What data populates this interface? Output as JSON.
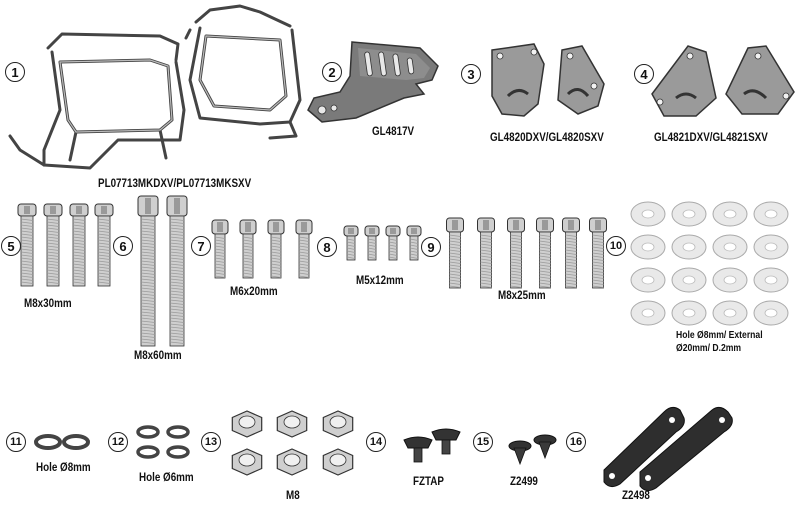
{
  "items": [
    {
      "number": "1",
      "code": "PL07713MKDXV/PL07713MKSXV",
      "part": "pannier-frame"
    },
    {
      "number": "2",
      "code": "GL4817V",
      "part": "plate"
    },
    {
      "number": "3",
      "code": "GL4820DXV/GL4820SXV",
      "part": "bracket-pair"
    },
    {
      "number": "4",
      "code": "GL4821DXV/GL4821SXV",
      "part": "bracket-pair"
    },
    {
      "number": "5",
      "code": "M8x30mm",
      "part": "bolt",
      "quantity": 4
    },
    {
      "number": "6",
      "code": "M8x60mm",
      "part": "bolt",
      "quantity": 2
    },
    {
      "number": "7",
      "code": "M6x20mm",
      "part": "bolt",
      "quantity": 4
    },
    {
      "number": "8",
      "code": "M5x12mm",
      "part": "bolt",
      "quantity": 4
    },
    {
      "number": "9",
      "code": "M8x25mm",
      "part": "bolt",
      "quantity": 6
    },
    {
      "number": "10",
      "code": "Hole Ø8mm/ External Ø20mm/ D.2mm",
      "part": "washer",
      "quantity": 16
    },
    {
      "number": "11",
      "code": "Hole Ø8mm",
      "part": "spring-washer",
      "quantity": 2
    },
    {
      "number": "12",
      "code": "Hole Ø6mm",
      "part": "spring-washer",
      "quantity": 4
    },
    {
      "number": "13",
      "code": "M8",
      "part": "nut",
      "quantity": 6
    },
    {
      "number": "14",
      "code": "FZTAP",
      "part": "plug",
      "quantity": 2
    },
    {
      "number": "15",
      "code": "Z2499",
      "part": "clip",
      "quantity": 2
    },
    {
      "number": "16",
      "code": "Z2498",
      "part": "link",
      "quantity": 2
    }
  ],
  "colors": {
    "metal": "#cfcfcf",
    "metal_dark": "#9a9a9a",
    "outline": "#333333",
    "plate_dark": "#6f6f6f"
  }
}
